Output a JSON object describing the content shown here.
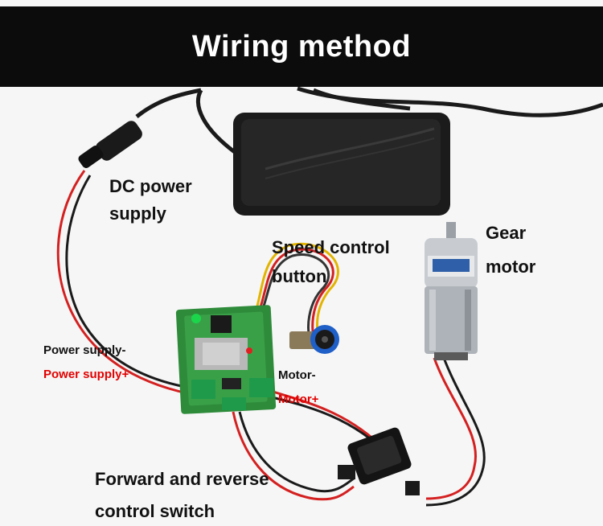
{
  "title": "Wiring method",
  "labels": {
    "dc_power_line1": "DC power",
    "dc_power_line2": "supply",
    "speed_line1": "Speed control",
    "speed_line2": "button",
    "gear_line1": "Gear",
    "gear_line2": "motor",
    "power_minus": "Power supply-",
    "power_plus": "Power supply+",
    "motor_minus": "Motor-",
    "motor_plus": "Motor+",
    "switch_line1": "Forward and reverse",
    "switch_line2": "control switch"
  },
  "colors": {
    "header_bg": "#0c0c0c",
    "header_text": "#ffffff",
    "label_text": "#111111",
    "positive_label": "#e30000",
    "wire_red": "#d42020",
    "wire_black": "#1a1a1a",
    "pcb_green": "#2e8b3a"
  }
}
